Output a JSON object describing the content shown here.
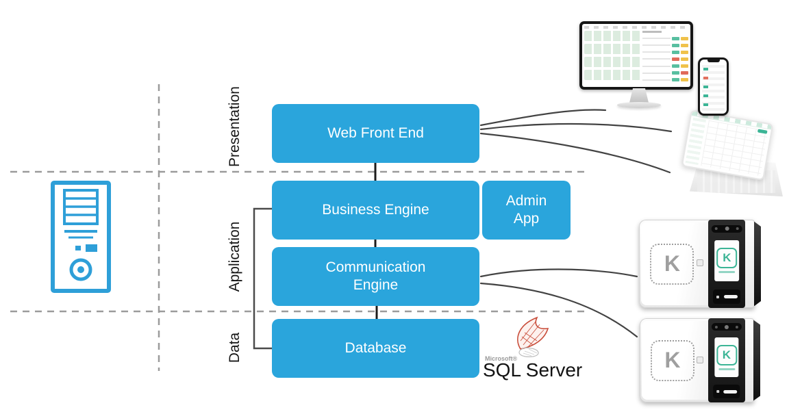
{
  "layers": {
    "presentation": "Presentation",
    "application": "Application",
    "data": "Data"
  },
  "boxes": {
    "web_front_end": "Web Front End",
    "business_engine": "Business Engine",
    "admin_app": "Admin App",
    "communication_engine": "Communication Engine",
    "database": "Database"
  },
  "sql": {
    "brand": "Microsoft®",
    "product": "SQL Server"
  },
  "terminal": {
    "logo_letter": "K",
    "screen_logo_letter": "K"
  },
  "colors": {
    "box_blue": "#2AA5DC",
    "server_icon_blue": "#2E9FD8",
    "dashed_line_gray": "#9B9B9B",
    "bracket_gray": "#4A4A4A",
    "connector_black": "#1C1C1C",
    "cable_dark": "#2F2F2F",
    "device_brand_teal": "#3CB596",
    "status_green": "#58BFA0",
    "status_yellow": "#F0C24B",
    "status_red": "#E06A5A",
    "sql_logo_red": "#C84B38"
  }
}
